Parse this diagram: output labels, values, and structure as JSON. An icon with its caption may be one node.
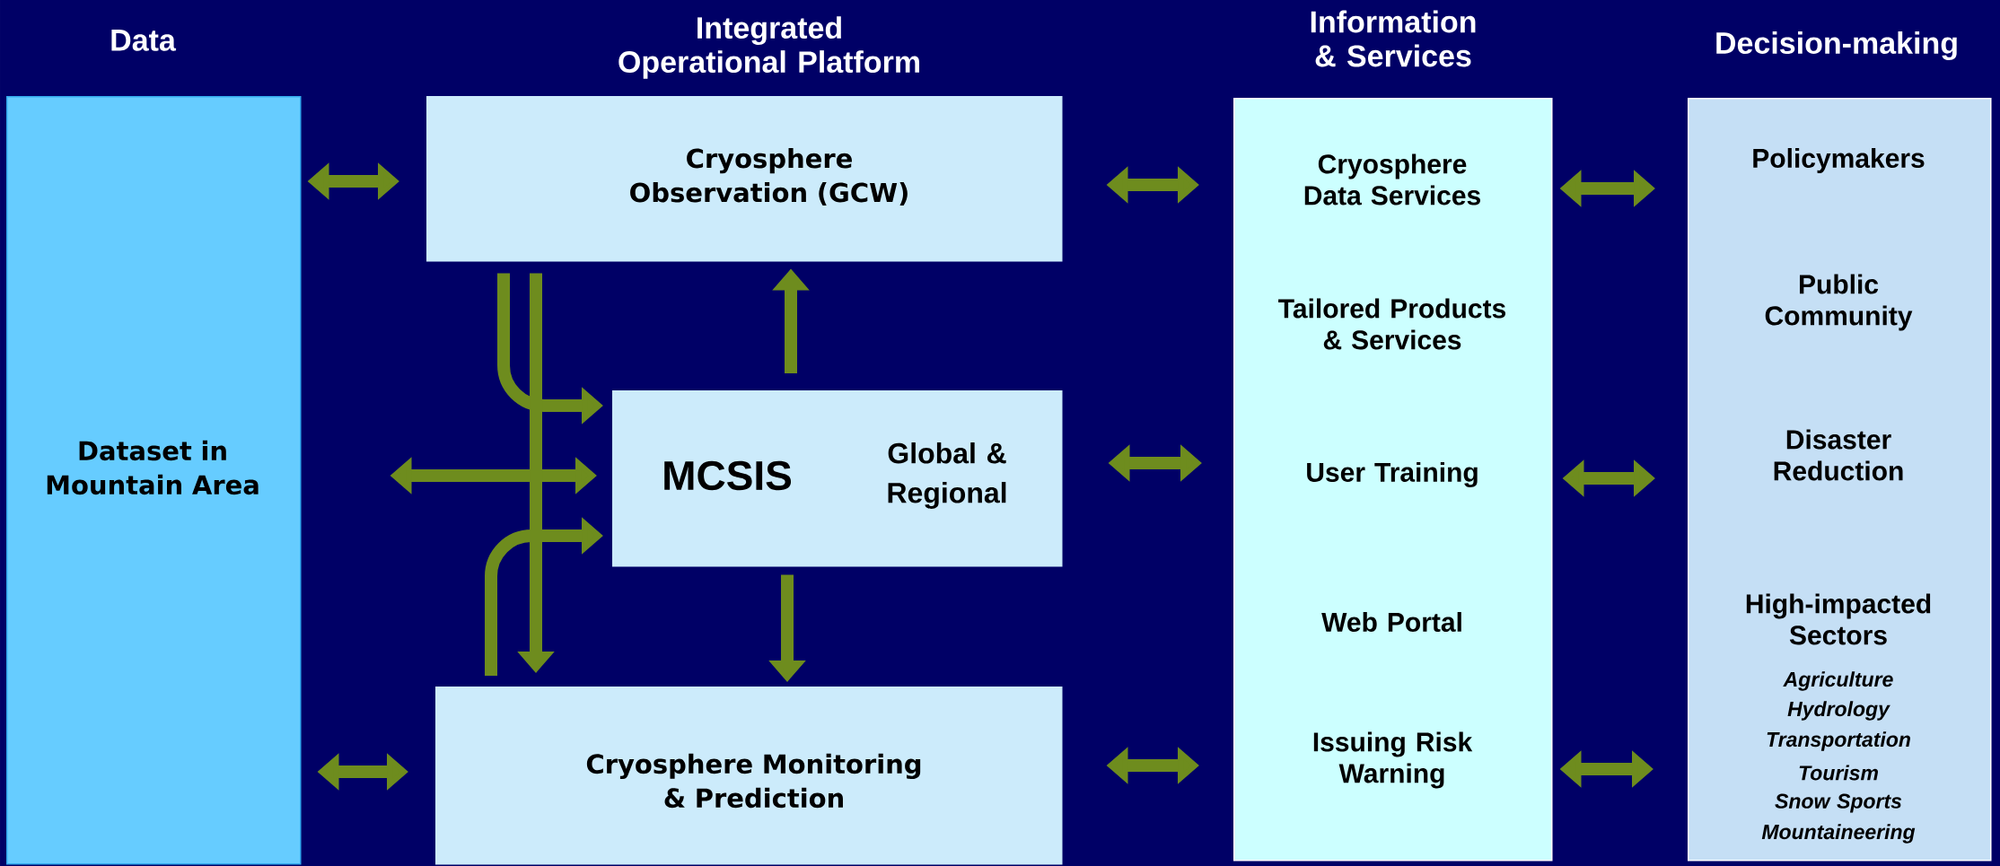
{
  "diagram": {
    "nodes": [
      {
        "text": [
          "Data",
          "Dataset in Mountain Area"
        ]
      },
      {
        "text": [
          "Cryosphere Observation (GCW)"
        ]
      },
      {
        "text": [
          "MCSIS",
          "Global & Regional"
        ]
      },
      {
        "text": [
          "Cryosphere Monitoring & Prediction"
        ]
      },
      {
        "text": [
          "Information & Services",
          "Cryosphere Data Services",
          "Tailored Products & Services",
          "User Training",
          "Web Portal",
          "Issuing Risk Warning"
        ]
      },
      {
        "text": [
          "Decision-making",
          "Policymakers",
          "Public Community",
          "Disaster Reduction",
          "High-impacted Sectors",
          "Agriculture",
          "Hydrology",
          "Transportation",
          "Tourism",
          "Snow Sports",
          "Mountaineering"
        ]
      }
    ],
    "edges": [
      {
        "from": 0,
        "to": 1,
        "arrow": "both"
      },
      {
        "from": 0,
        "to": 2,
        "arrow": "both"
      },
      {
        "from": 0,
        "to": 3,
        "arrow": "both"
      },
      {
        "from": 1,
        "to": 4,
        "arrow": "both"
      },
      {
        "from": 2,
        "to": 4,
        "arrow": "both"
      },
      {
        "from": 3,
        "to": 4,
        "arrow": "both"
      },
      {
        "from": 4,
        "to": 5,
        "arrow": "both"
      },
      {
        "from": 4,
        "to": 5,
        "arrow": "both"
      },
      {
        "from": 4,
        "to": 5,
        "arrow": "both"
      },
      {
        "from": 2,
        "to": 1,
        "arrow": "to"
      },
      {
        "from": 2,
        "to": 3,
        "arrow": "to"
      },
      {
        "from": 1,
        "to": 2,
        "arrow": "to"
      },
      {
        "from": 1,
        "to": 3,
        "arrow": "to"
      },
      {
        "from": 3,
        "to": 2,
        "arrow": "to"
      }
    ],
    "labels": [
      "Integrated Operational Platform"
    ]
  }
}
